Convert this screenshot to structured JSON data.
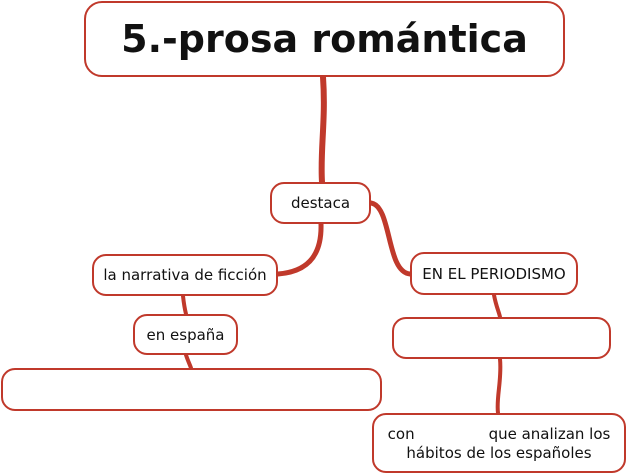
{
  "accent": "#c0392b",
  "nodes": {
    "title": "5.-prosa romántica",
    "destaca": "destaca",
    "narrativa": "la narrativa de ficción",
    "espana": "en españa",
    "blank_left": "",
    "periodismo": "EN EL PERIODISMO",
    "blank_right": "",
    "con_line1_a": "con",
    "con_line1_b": "que analizan los",
    "con_line2": "hábitos de los españoles"
  }
}
